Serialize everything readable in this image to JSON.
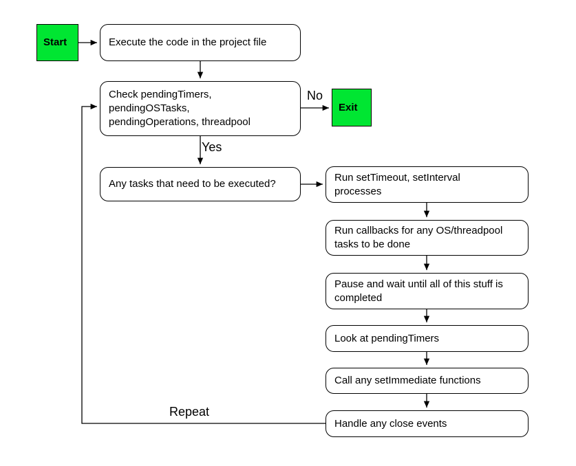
{
  "diagram": {
    "title_hint": "event loop flowchart",
    "colors": {
      "terminal_fill": "#00e632",
      "box_fill": "#ffffff",
      "box_border": "#000000",
      "line": "#000000",
      "background": "#ffffff"
    },
    "nodes": {
      "start": {
        "label": "Start"
      },
      "execute": {
        "label": "Execute the code in the project file"
      },
      "check": {
        "label": "Check pendingTimers,\npendingOSTasks,\npendingOperations, threadpool"
      },
      "exit": {
        "label": "Exit"
      },
      "any_tasks": {
        "label": "Any tasks that need to be executed?"
      },
      "run_timers": {
        "label": "Run setTimeout, setInterval\nprocesses"
      },
      "run_callbacks": {
        "label": "Run callbacks for any OS/threadpool\ntasks to be done"
      },
      "pause_wait": {
        "label": "Pause and wait until all of this stuff is\ncompleted"
      },
      "look_timers": {
        "label": "Look at pendingTimers"
      },
      "call_immediate": {
        "label": "Call any setImmediate functions"
      },
      "handle_close": {
        "label": "Handle any close events"
      }
    },
    "edge_labels": {
      "no": "No",
      "yes": "Yes",
      "repeat": "Repeat"
    }
  }
}
